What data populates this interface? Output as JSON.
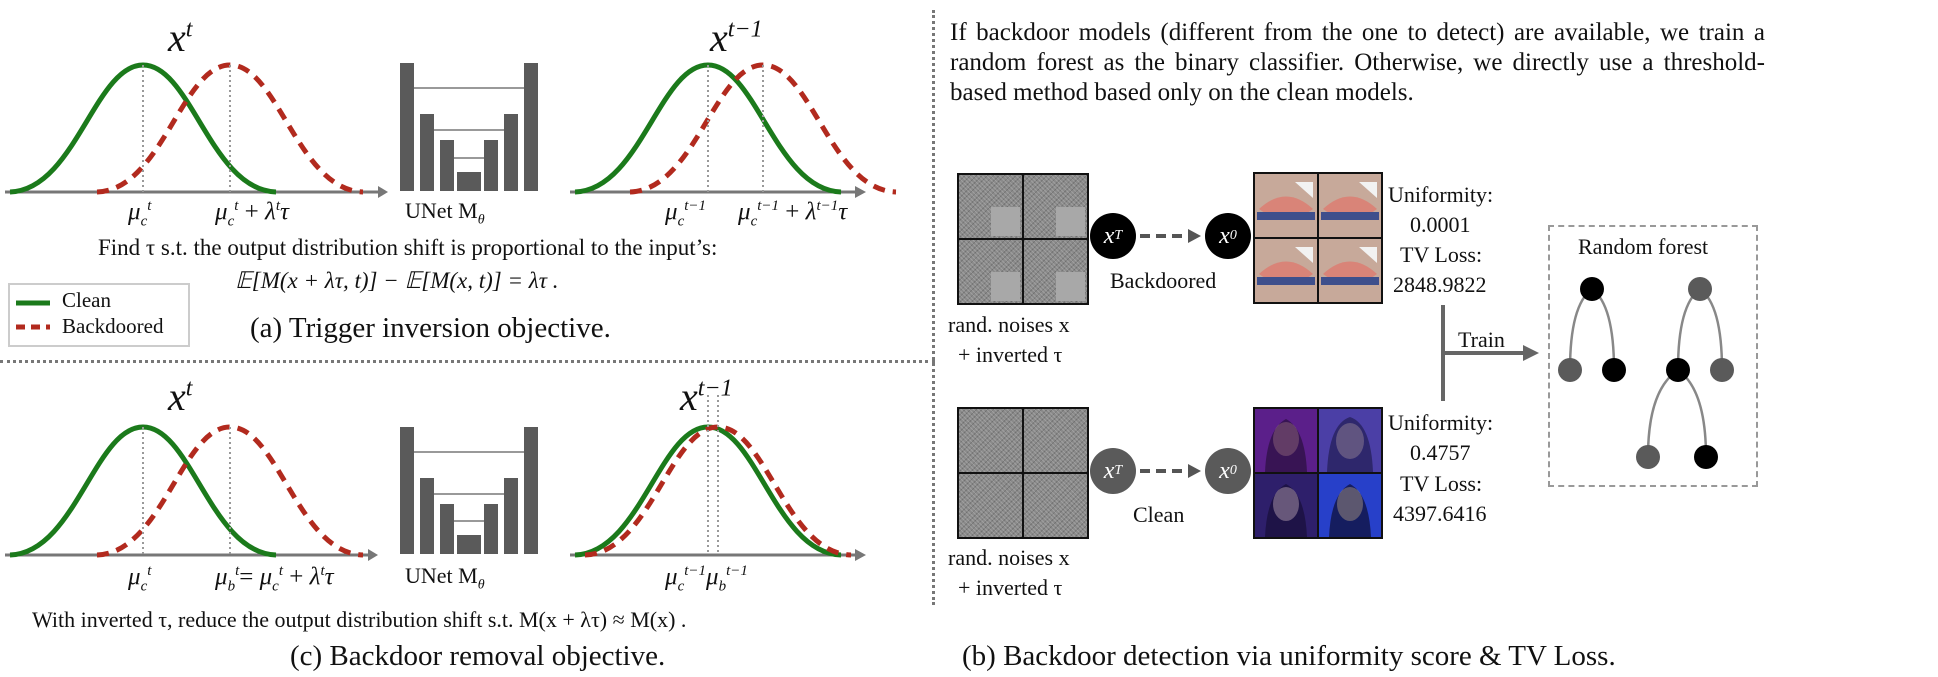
{
  "paragraph": "If backdoor models (different from the one to detect) are available, we train a random forest as the binary classifier. Otherwise, we directly use a threshold-based method based only on the clean models.",
  "colors": {
    "clean": "#1b7a1b",
    "backdoored": "#b22a1e",
    "unet": "#5a5a5a",
    "node_dark": "#000000",
    "node_gray": "#5a5a5a"
  },
  "panel_a": {
    "x_t": "x",
    "x_t_sup": "t",
    "x_t1": "x",
    "x_t1_sup": "t−1",
    "mu_c_t": "μ",
    "mu_c_t_sub": "c",
    "mu_c_t_sup": "t",
    "mu_shift": "μ",
    "mu_shift_rest": " + λ",
    "mu_shift_tau": "τ",
    "mu_c_t1": "μ",
    "mu_shift_t1_rest": " + λ",
    "unet_label": "UNet M",
    "unet_sub": "θ",
    "caption_line1": "Find τ s.t. the output distribution shift is proportional to the input’s:",
    "caption_line2": "𝔼[M(x + λτ, t)] − 𝔼[M(x, t)] = λτ .",
    "title": "(a) Trigger inversion objective."
  },
  "legend": {
    "clean": "Clean",
    "backdoored": "Backdoored"
  },
  "panel_c": {
    "x_t": "x",
    "x_t_sup": "t",
    "x_t1": "x",
    "x_t1_sup": "t−1",
    "mu_c_t": "μ",
    "mu_b_eq": "μ = μ + λτ",
    "unet_label": "UNet M",
    "unet_sub": "θ",
    "mu_pair": "μμ",
    "caption": "With inverted τ, reduce the output distribution shift s.t. M(x + λτ) ≈ M(x) .",
    "title": "(c) Backdoor removal objective."
  },
  "panel_b": {
    "noise_label_1": "rand. noises x",
    "noise_label_2": "+ inverted τ",
    "xT": "x",
    "xT_sup": "T",
    "x0": "x",
    "x0_sup": "0",
    "backdoored": "Backdoored",
    "clean": "Clean",
    "uni_label": "Uniformity:",
    "tv_label": "TV Loss:",
    "bd_uniformity": "0.0001",
    "bd_tv": "2848.9822",
    "cl_uniformity": "0.4757",
    "cl_tv": "4397.6416",
    "train": "Train",
    "random_forest": "Random forest",
    "title": "(b) Backdoor detection via uniformity score & TV Loss."
  }
}
